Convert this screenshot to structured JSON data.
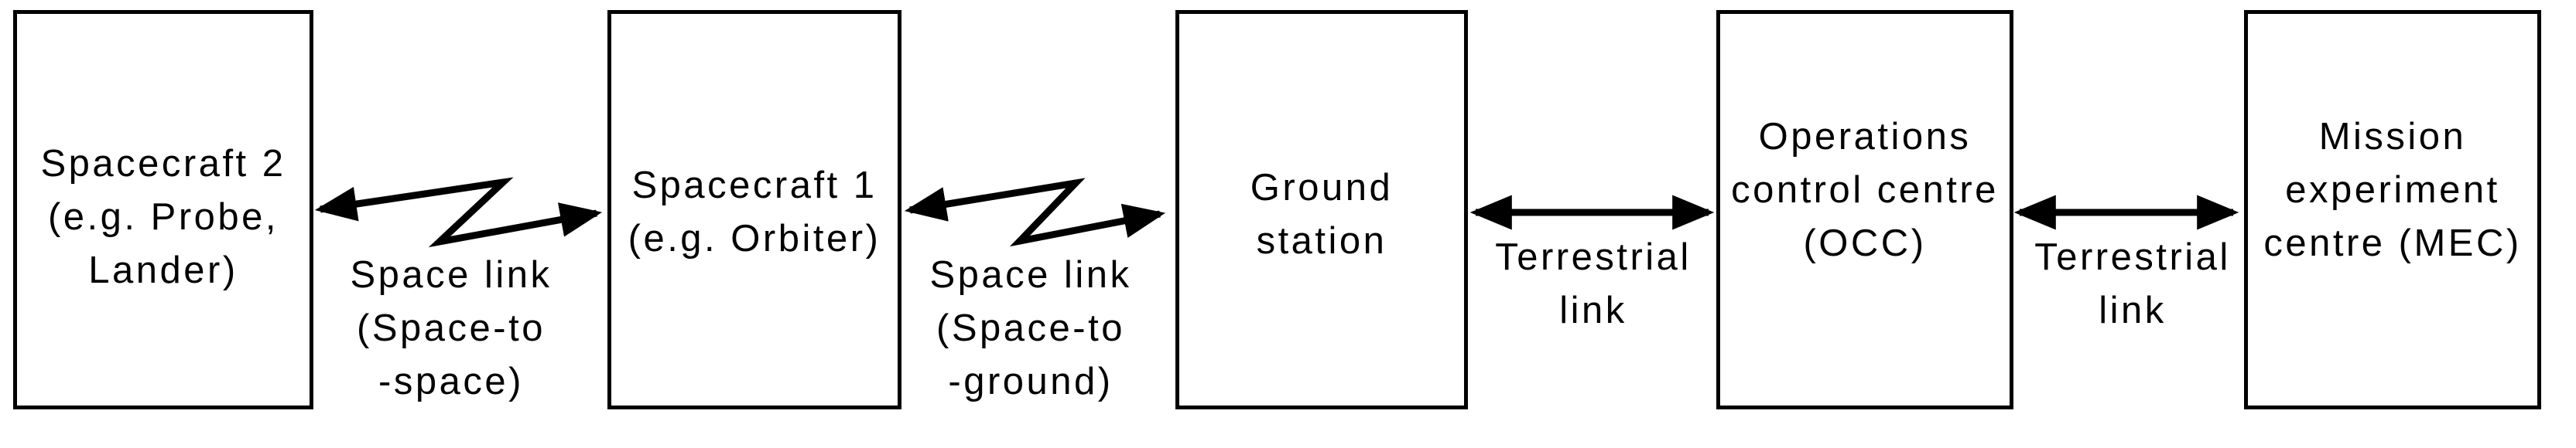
{
  "diagram": {
    "background_color": "#ffffff",
    "line_color": "#000000",
    "boxes": [
      {
        "name": "spacecraft-2",
        "lines": [
          "Spacecraft 2",
          "(e.g. Probe,",
          "Lander)"
        ]
      },
      {
        "name": "spacecraft-1",
        "lines": [
          "Spacecraft 1",
          "(e.g. Orbiter)"
        ]
      },
      {
        "name": "ground-station",
        "lines": [
          "Ground",
          "station"
        ]
      },
      {
        "name": "operations-control-centre",
        "lines": [
          "Operations",
          "control centre",
          "(OCC)"
        ]
      },
      {
        "name": "mission-experiment-centre",
        "lines": [
          "Mission",
          "experiment",
          "centre (MEC)"
        ]
      }
    ],
    "links": [
      {
        "name": "space-link-space-to-space",
        "style": "zigzag",
        "label_lines": [
          "Space link",
          "(Space-to",
          "-space)"
        ]
      },
      {
        "name": "space-link-space-to-ground",
        "style": "zigzag",
        "label_lines": [
          "Space link",
          "(Space-to",
          "-ground)"
        ]
      },
      {
        "name": "terrestrial-link-1",
        "style": "straight",
        "label_lines": [
          "Terrestrial",
          "link"
        ]
      },
      {
        "name": "terrestrial-link-2",
        "style": "straight",
        "label_lines": [
          "Terrestrial",
          "link"
        ]
      }
    ]
  }
}
